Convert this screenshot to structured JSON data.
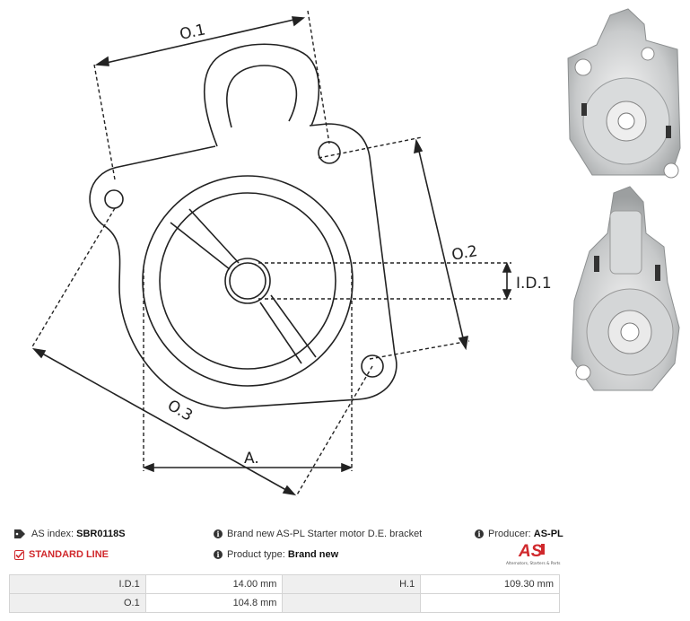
{
  "drawing": {
    "labels": {
      "o1": "O.1",
      "o2": "O.2",
      "o3": "O.3",
      "id1": "I.D.1",
      "a": "A."
    }
  },
  "photos": [
    {
      "name": "bracket-photo-front"
    },
    {
      "name": "bracket-photo-back"
    }
  ],
  "info": {
    "as_index_label": "AS index:",
    "as_index_value": "SBR0118S",
    "description": "Brand new AS-PL Starter motor D.E. bracket",
    "producer_label": "Producer:",
    "producer_value": "AS-PL",
    "line_label": "STANDARD LINE",
    "product_type_label": "Product type:",
    "product_type_value": "Brand new",
    "logo_text": "AS",
    "logo_subtext": "Alternators, Starters & Parts",
    "icons": {
      "tag": "tag-icon",
      "check": "checkbox-icon",
      "info": "info-icon"
    },
    "colors": {
      "accent": "#d0282c"
    }
  },
  "params": {
    "rows": [
      {
        "label1": "I.D.1",
        "value1": "14.00 mm",
        "label2": "H.1",
        "value2": "109.30 mm"
      },
      {
        "label1": "O.1",
        "value1": "104.8 mm",
        "label2": "",
        "value2": ""
      }
    ]
  }
}
